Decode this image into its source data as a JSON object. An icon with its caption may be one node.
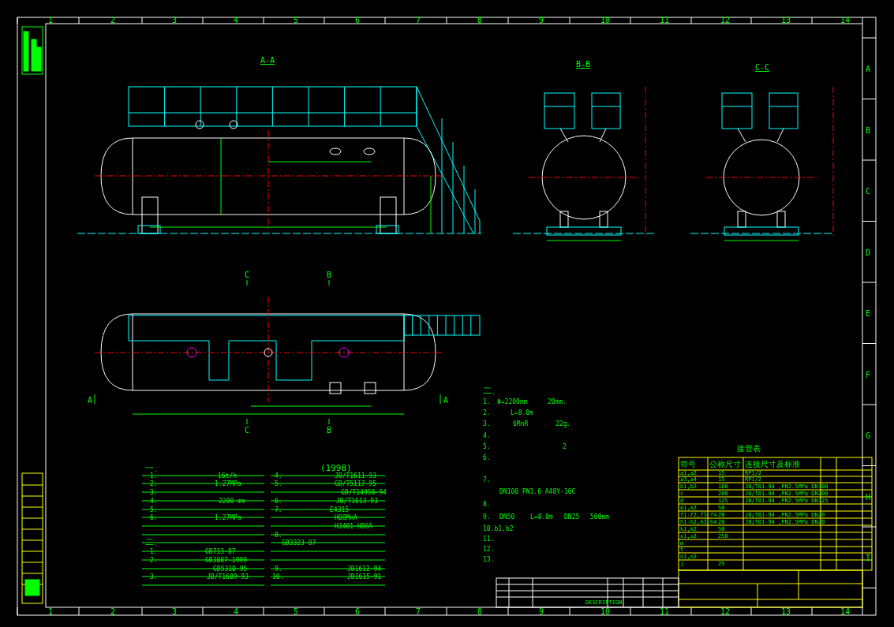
{
  "diagram": {
    "labels": [
      "1",
      "2",
      "3",
      "4",
      "5",
      "6",
      "7",
      "8",
      "9",
      "10",
      "11",
      "12",
      "13",
      "14",
      "A",
      "B",
      "C",
      "D",
      "E",
      "F",
      "G",
      "H",
      "I",
      "1",
      "2",
      "3",
      "4",
      "5",
      "6",
      "7",
      "8",
      "9",
      "10",
      "11",
      "12",
      "13",
      "14",
      "A-A",
      "B-B",
      "C-C",
      "C",
      "B",
      "A",
      "A",
      "C",
      "B",
      "一、",
      "1.",
      "16t/h",
      "2.",
      "1.27MPa",
      "3.",
      "4.",
      "2200 mm",
      "5.",
      "6.",
      "1.27MPa",
      "二、",
      "1.",
      "GB713-87",
      "2.",
      "GB3087-1999",
      "GB5310-95",
      "3.",
      "JB/T1609-93",
      "(1998)",
      "4.",
      "JB/T1611-93",
      "5.",
      "GB/T5117-95",
      "GB/T14958-94",
      "6.",
      "JB/T1613-93",
      "7.",
      "E4315",
      "H08MnA",
      "HJ401-H08A",
      "8.",
      "GB3323-87",
      "9.",
      "JB1612-94",
      "10.",
      "JB1615-91",
      "二、",
      "1.",
      "Φ=2200mm",
      "20mm.",
      "2.",
      "L=8.0m",
      "3.",
      "6MnR",
      "22g.",
      "4.",
      "5.",
      "2",
      "6.",
      "7.",
      "DN100 PN1.6 A48Y-16C",
      "8.",
      "9.",
      "DN50",
      "L=8.0m",
      "DN25",
      "500mm",
      "10.b1,b2",
      "11.",
      "12.",
      "13.",
      "接管表",
      "符号",
      "公称尺寸",
      "连接尺寸及标准",
      "a1,a2",
      "15",
      "RP1/2",
      "a3,a4",
      "15",
      "RP1/2",
      "b1,b2",
      "100",
      "JB/T81-94 ,PN2.5MPa DN100",
      "c",
      "200",
      "JB/T81-94 ,PN2.5MPa DN200",
      "d",
      "125",
      "JB/T81-94 ,PN2.5MPa DN125",
      "e1,e2",
      "50",
      "f1-f2,f3-f4",
      "20",
      "JB/T81-94 ,PN2.5MPa DN20",
      "h1-h2,h3-h4",
      "20",
      "JB/T81-94 ,PN2.5MPa DN20",
      "k1,k2",
      "50",
      "x1,x2",
      "250",
      "m",
      "t",
      "n1,n2",
      "j",
      "25",
      "DESCRIPTION"
    ]
  }
}
